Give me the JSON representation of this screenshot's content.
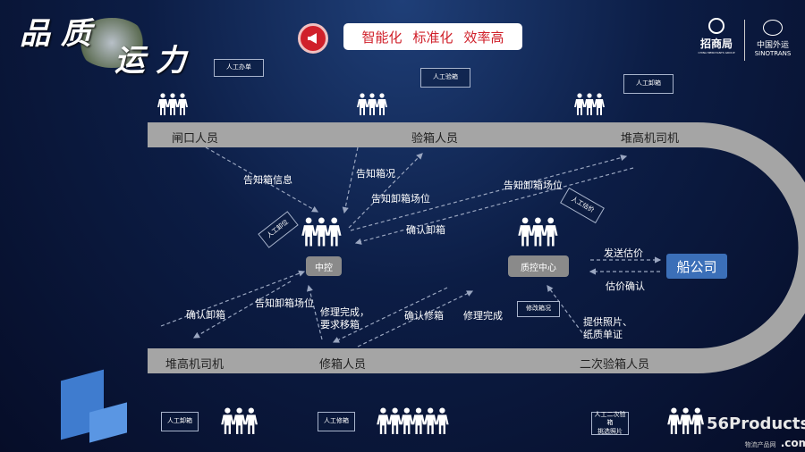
{
  "header": {
    "title_line1": "品 质",
    "title_line2": "运 力",
    "banner_items": [
      "智能化",
      "标准化",
      "效率高"
    ],
    "logos": {
      "cmg": "招商局",
      "cmg_sub": "CHINA MERCHANTS GROUP",
      "sinotrans_cn": "中国外运",
      "sinotrans_en": "SINOTRANS"
    }
  },
  "track": {
    "top": [
      "闸口人员",
      "验箱人员",
      "堆高机司机"
    ],
    "bottom": [
      "堆高机司机",
      "修箱人员",
      "二次验箱人员"
    ]
  },
  "nodes": {
    "central": "中控",
    "qc": "质控中心",
    "shipping": "船公司"
  },
  "callouts": {
    "gate": "人工办单",
    "inspect": "人工验箱",
    "forklift_top": "人工卸箱",
    "central": "人工卸位",
    "qc": "人工估价",
    "qc_bottom": "修改箱况",
    "forklift_bottom": "人工卸箱",
    "repair": "人工修箱",
    "second_line1": "人工二次验箱",
    "second_line2": "挑选照片"
  },
  "flows": {
    "notify_box_info": "告知箱信息",
    "notify_condition": "告知箱况",
    "notify_slot_1": "告知卸箱场位",
    "notify_slot_2": "告知卸箱场位",
    "confirm_unload_1": "确认卸箱",
    "send_estimate": "发送估价",
    "confirm_estimate": "估价确认",
    "confirm_unload_2": "确认卸箱",
    "notify_slot_3": "告知卸箱场位",
    "repair_done_move_1": "修理完成，",
    "repair_done_move_2": "要求移箱",
    "confirm_repair": "确认修箱",
    "repair_done": "修理完成",
    "photos_1": "提供照片、",
    "photos_2": "纸质单证"
  },
  "watermark": {
    "brand": "56Products",
    "domain": ".com",
    "cn": "物流产品网"
  },
  "colors": {
    "accent": "#d0202a",
    "track": "#a5a5a5",
    "node": "#8a8a8a",
    "ship": "#3b6fb8"
  }
}
